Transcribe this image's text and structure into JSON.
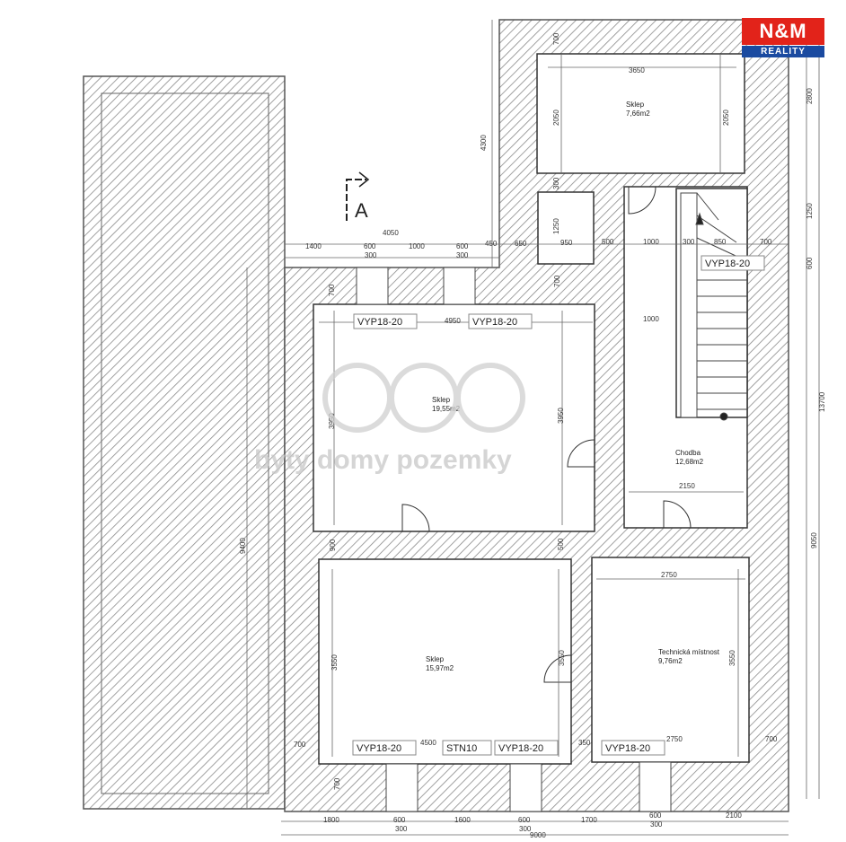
{
  "brand": {
    "name": "N&M",
    "sub": "REALITY"
  },
  "watermark": {
    "text": "byty domy pozemky"
  },
  "section_marker": "A",
  "rooms": [
    {
      "id": "sklep1",
      "name": "Sklep",
      "area": "7,66m2"
    },
    {
      "id": "sklep2",
      "name": "Sklep",
      "area": "19,55m2"
    },
    {
      "id": "chodba",
      "name": "Chodba",
      "area": "12,68m2"
    },
    {
      "id": "sklep3",
      "name": "Sklep",
      "area": "15,97m2"
    },
    {
      "id": "tech",
      "name": "Technická místnost",
      "area": "9,76m2"
    }
  ],
  "tags": [
    "VYP18-20",
    "VYP18-20",
    "VYP18-20",
    "VYP18-20",
    "STN10",
    "VYP18-20",
    "VYP18-20"
  ],
  "dims": {
    "top_4050": "4050",
    "d1400": "1400",
    "d600a": "600",
    "d1000a": "1000",
    "d600b": "600",
    "d450": "450",
    "d650": "650",
    "d300a": "300",
    "d300b": "300",
    "d500": "500",
    "d1000b": "1000",
    "d300c": "300",
    "d850": "850",
    "d700a": "700",
    "d4300": "4300",
    "d700b": "700",
    "d2050a": "2050",
    "d2050b": "2050",
    "d3650": "3650",
    "d300d": "300",
    "d1250a": "1250",
    "d950": "950",
    "d2800": "2800",
    "d1250b": "1250",
    "d600c": "600",
    "d13700": "13700",
    "d9050": "9050",
    "d700c": "700",
    "d4950": "4950",
    "d700d": "700",
    "d1000c": "1000",
    "d3950a": "3950",
    "d3950b": "3950",
    "d2150": "2150",
    "d9400": "9400",
    "d900": "900",
    "d500b": "500",
    "d2750a": "2750",
    "d3550a": "3550",
    "d3550b": "3550",
    "d3550c": "3550",
    "d700e": "700",
    "d4500": "4500",
    "d350": "350",
    "d2750b": "2750",
    "d700f": "700",
    "d700g": "700",
    "b1800": "1800",
    "b600a": "600",
    "b1600": "1600",
    "b600b": "600",
    "b1700": "1700",
    "b600c": "600",
    "b2100": "2100",
    "b300a": "300",
    "b300b": "300",
    "b300c": "300",
    "b9000": "9000"
  },
  "colors": {
    "wall": "#555555",
    "hatch": "#8a8a8a",
    "brand_red": "#e2231a",
    "brand_blue": "#1a4aa0"
  }
}
